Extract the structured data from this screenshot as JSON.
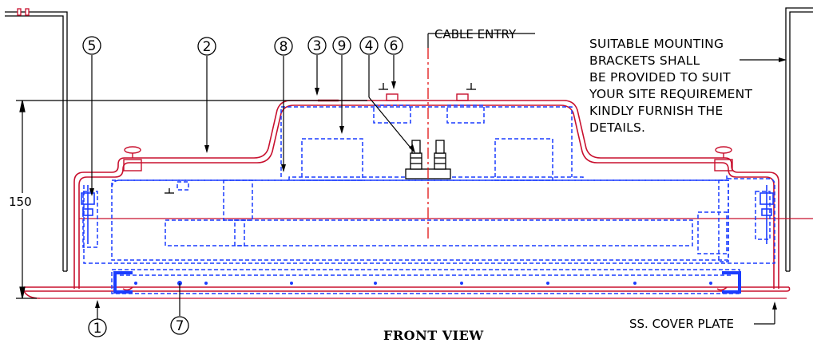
{
  "drawing": {
    "view_title": "FRONT VIEW",
    "dimension_label": "150",
    "cable_entry_label": "CABLE ENTRY",
    "cover_plate_label": "SS. COVER PLATE",
    "note_lines": [
      "SUITABLE MOUNTING",
      "BRACKETS SHALL",
      "BE PROVIDED TO SUIT",
      "YOUR SITE REQUIREMENT",
      "KINDLY FURNISH THE",
      "DETAILS."
    ],
    "balloons": [
      "1",
      "2",
      "3",
      "4",
      "5",
      "6",
      "7",
      "8",
      "9"
    ]
  },
  "colors": {
    "enclosure": "#c8102e",
    "internal": "#1a3cff",
    "dimension": "#000000",
    "centerline": "#e01010"
  }
}
